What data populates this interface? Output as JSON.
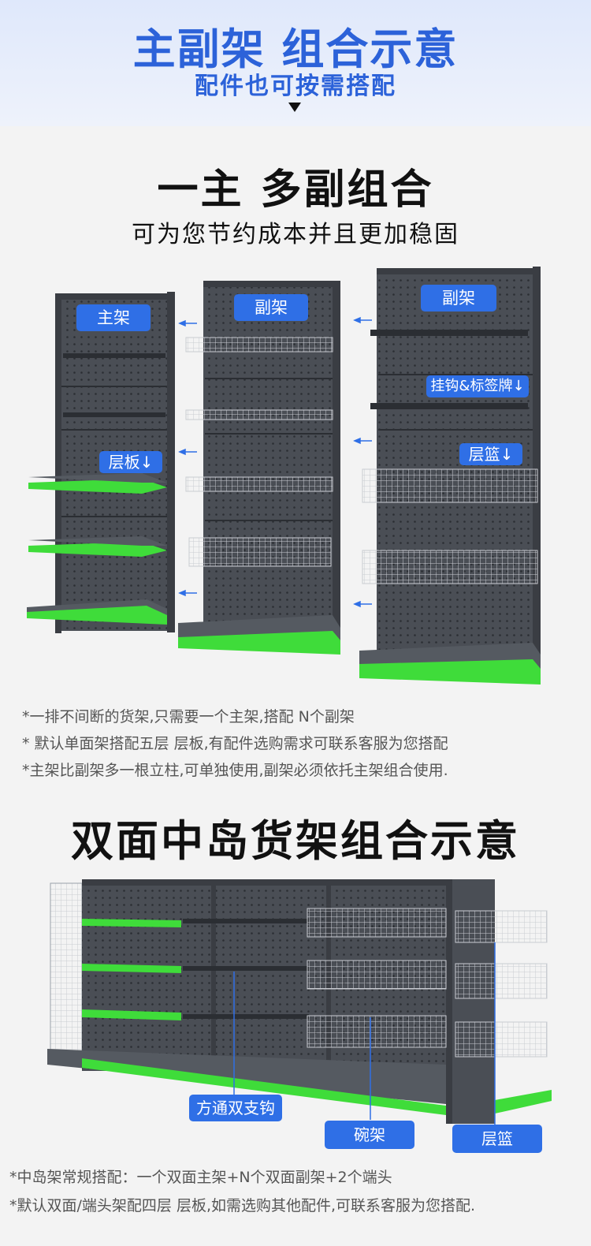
{
  "header": {
    "title": "主副架 组合示意",
    "subtitle": "配件也可按需搭配"
  },
  "section1": {
    "title": "一主 多副组合",
    "subtitle": "可为您节约成本并且更加稳固",
    "labels": {
      "main": "主架",
      "sub1": "副架",
      "sub2": "副架",
      "shelf": "层板↓",
      "hook": "挂钩&标签牌↓",
      "basket": "层篮↓"
    },
    "notes": [
      "*一排不间断的货架,只需要一个主架,搭配 N个副架",
      "* 默认单面架搭配五层 层板,有配件选购需求可联系客服为您搭配",
      "*主架比副架多一根立柱,可单独使用,副架必须依托主架组合使用."
    ]
  },
  "section2": {
    "title": "双面中岛货架组合示意",
    "labels": {
      "hook": "方通双支钩",
      "bowl": "碗架",
      "basket": "层篮"
    },
    "notes": [
      "*中岛架常规搭配：一个双面主架+N个双面副架+2个端头",
      "*默认双面/端头架配四层 层板,如需选购其他配件,可联系客服为您搭配."
    ]
  },
  "colors": {
    "brand_blue": "#2c62d9",
    "tag_blue": "#2f6fe6",
    "shelf_green": "#3fdc3a",
    "frame_gray": "#4a4e55"
  }
}
